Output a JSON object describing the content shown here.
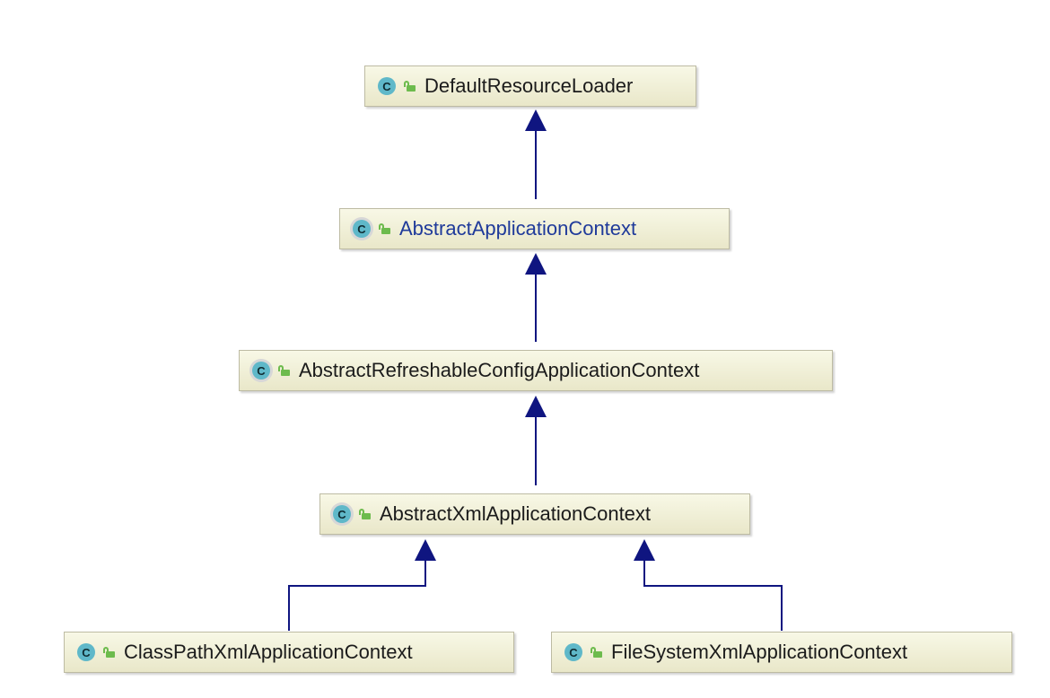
{
  "diagram": {
    "edge_color": "#0f1580",
    "class_icon_letter": "C",
    "nodes": [
      {
        "id": "default-resource-loader",
        "label": "DefaultResourceLoader",
        "icon": "class-icon",
        "abstract": false
      },
      {
        "id": "abstract-application-context",
        "label": "AbstractApplicationContext",
        "icon": "abstract-class-icon",
        "abstract": true
      },
      {
        "id": "abstract-refreshable-config-application-context",
        "label": "AbstractRefreshableConfigApplicationContext",
        "icon": "abstract-class-icon",
        "abstract": true
      },
      {
        "id": "abstract-xml-application-context",
        "label": "AbstractXmlApplicationContext",
        "icon": "abstract-class-icon",
        "abstract": true
      },
      {
        "id": "class-path-xml-application-context",
        "label": "ClassPathXmlApplicationContext",
        "icon": "class-icon",
        "abstract": false
      },
      {
        "id": "file-system-xml-application-context",
        "label": "FileSystemXmlApplicationContext",
        "icon": "class-icon",
        "abstract": false
      }
    ],
    "edges": [
      {
        "from": "abstract-application-context",
        "to": "default-resource-loader"
      },
      {
        "from": "abstract-refreshable-config-application-context",
        "to": "abstract-application-context"
      },
      {
        "from": "abstract-xml-application-context",
        "to": "abstract-refreshable-config-application-context"
      },
      {
        "from": "class-path-xml-application-context",
        "to": "abstract-xml-application-context"
      },
      {
        "from": "file-system-xml-application-context",
        "to": "abstract-xml-application-context"
      }
    ]
  }
}
